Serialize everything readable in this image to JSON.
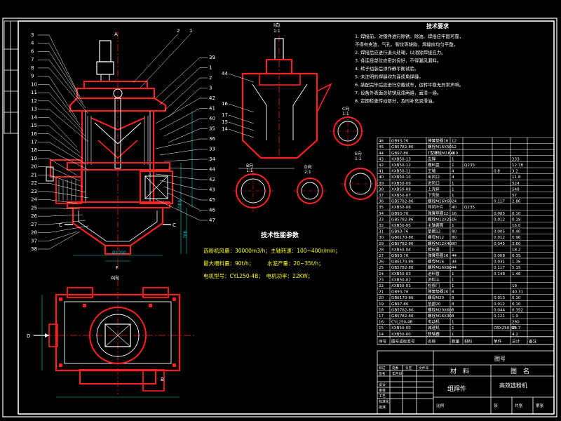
{
  "colors": {
    "background": "#000000",
    "weld": "#ff2020",
    "frame": "#ffffff",
    "dimension": "#00c8c8",
    "text": "#ffffff",
    "yellow": "#ffff00"
  },
  "views": {
    "main_section_label_top": "A",
    "main_section_label_bottom": "F",
    "section_c_left": "C",
    "section_c_right": "C",
    "view_a_title": "A向",
    "view_d_label": "D",
    "view_b_label": "B",
    "view_i_title": "I向",
    "view_i_scale": "1:1",
    "view_c_title": "C向",
    "view_c_scale": "1:1",
    "view_b_title": "B向",
    "view_b_scale": "1:1",
    "view_d_title": "D向",
    "view_d_scale": "2:1",
    "view_e_title": "E向",
    "view_e_scale": "1:1"
  },
  "balloons_left": [
    "3",
    "4",
    "6",
    "7",
    "8",
    "9",
    "10",
    "11",
    "12",
    "13",
    "14",
    "15",
    "16",
    "17",
    "18",
    "19",
    "20",
    "21",
    "22",
    "23",
    "24",
    "25",
    "26",
    "27",
    "28",
    "37",
    "38"
  ],
  "balloons_right": [
    "39",
    "1",
    "2",
    "3",
    "42",
    "41",
    "40",
    "35",
    "36",
    "33",
    "34",
    "44",
    "42",
    "43",
    "45",
    "46",
    "47"
  ],
  "balloons_top": [
    "2",
    "1"
  ],
  "section_view_numbers": [
    "44",
    "16",
    "17",
    "15",
    "14"
  ],
  "tech_requirements": {
    "title": "技术要求",
    "lines": [
      "1. 焊接前，对钢件进行除锈、除油、焊接应牢固可靠，",
      "   不得有夹渣、气孔、裂纹等缺陷，焊缝应均匀平整。",
      "2. 焊接后应进行退火处理，以消除焊接应力。",
      "3. 各连接部位应密封良好，不得漏风漏料。",
      "4. 转子组装后须作静平衡试验。",
      "5. 未注明的焊缝均为连续角焊缝。",
      "6. 装配完毕后应进行空载试车，运转平稳无异常声响。",
      "7. 设备外表面涂防锈底漆两遍，面漆一遍。",
      "8. 定期检查传动部分，及时补充润滑油。"
    ]
  },
  "performance": {
    "title": "技术性能参数",
    "row1": "选粉机风量：30000m3/h；主轴转速：100~400r/min；",
    "row2": "最大喂料量：90t/h；　　　水泥产量：20~35t/h；",
    "row3": "电机型号：CYL250-4B；　电机功率：22KW；"
  },
  "parts_table": {
    "header": [
      "序号",
      "图号或标准号",
      "名称",
      "数量",
      "材料",
      "单件",
      "总计",
      "备注"
    ],
    "rows": [
      [
        "46",
        "GB93-76",
        "弹簧垫圈16",
        "12",
        "",
        "",
        "",
        ""
      ],
      [
        "45",
        "GB5782-86",
        "螺栓M16X50",
        "12",
        "",
        "",
        "",
        ""
      ],
      [
        "44",
        "GB97-86",
        "T型螺栓M16X50",
        "4",
        "",
        "",
        "",
        ""
      ],
      [
        "43",
        "XXB50-13",
        "支撑",
        "1",
        "",
        "",
        "233",
        ""
      ],
      [
        "42",
        "XXB50-12",
        "撒料盘",
        "1",
        "Q235",
        "",
        "12.78",
        ""
      ],
      [
        "41",
        "XXB50-11",
        "主轴",
        "4",
        "",
        "0.8",
        "3.2",
        ""
      ],
      [
        "40",
        "XXB50-10",
        "出风口",
        "4",
        "",
        "",
        "11.8",
        ""
      ],
      [
        "39",
        "XXB50-09",
        "进风口",
        "1",
        "",
        "",
        "524",
        ""
      ],
      [
        "38",
        "XXB50-08",
        "上壳体",
        "1",
        "",
        "",
        "548",
        ""
      ],
      [
        "37",
        "XXB50-07",
        "下壳体",
        "1",
        "",
        "",
        "57",
        ""
      ],
      [
        "36",
        "GB5782-86",
        "螺栓M16X60",
        "24",
        "",
        "0.117",
        "2.86",
        ""
      ],
      [
        "35",
        "XXB50-06",
        "导风叶片",
        "40",
        "Q235",
        "",
        "",
        ""
      ],
      [
        "34",
        "GB93-76",
        "弹簧垫圈12",
        "16",
        "",
        "0.005",
        "0.10",
        ""
      ],
      [
        "33",
        "GB5782-86",
        "螺栓M12X25",
        "16",
        "",
        "0.012",
        "0.19",
        ""
      ],
      [
        "32",
        "XXB50-05",
        "主轴套筒",
        "1",
        "",
        "",
        "16.0",
        ""
      ],
      [
        "31",
        "GB93-76",
        "垫圈12",
        "80",
        "",
        "0.005",
        "0.40",
        ""
      ],
      [
        "30",
        "GB6170-86",
        "螺母M12",
        "80",
        "",
        "0.012",
        "0.96",
        ""
      ],
      [
        "29",
        "GB5782-86",
        "螺栓M12X40",
        "80",
        "",
        "0.045",
        "3.60",
        ""
      ],
      [
        "28",
        "XXB50-04",
        "锥形罩",
        "1",
        "",
        "",
        "18.2",
        ""
      ],
      [
        "27",
        "GB93-76",
        "弹簧垫圈16",
        "44",
        "",
        "0.008",
        "0.35",
        ""
      ],
      [
        "26",
        "GB6170-86",
        "螺母M16",
        "44",
        "",
        "0.031",
        "1.36",
        ""
      ],
      [
        "25",
        "GB5782-86",
        "螺栓M16X60",
        "44",
        "",
        "0.117",
        "5.15",
        ""
      ],
      [
        "24",
        "XXB50-03",
        "进料管",
        "1",
        "",
        "0.148",
        "1.46",
        ""
      ],
      [
        "23",
        "XXB50-02",
        "进料斗",
        "1",
        "",
        "",
        "",
        ""
      ],
      [
        "22",
        "XXB50-01",
        "检修门",
        "1",
        "",
        "",
        "18",
        ""
      ],
      [
        "21",
        "GB93-76",
        "弹簧垫圈20",
        "8",
        "",
        "",
        "40.31",
        ""
      ],
      [
        "20",
        "GB6170-86",
        "螺母M20",
        "8",
        "",
        "0.013",
        "0.10",
        ""
      ],
      [
        "19",
        "GB97-86",
        "垫圈20",
        "8",
        "",
        "0.012",
        "0.10",
        ""
      ],
      [
        "18",
        "GB5782-86",
        "螺栓M20X60",
        "8",
        "",
        "0.044",
        "0.352",
        ""
      ],
      [
        "17",
        "GB5782-86",
        "螺栓M16X30",
        "8",
        "",
        "0.121",
        "1.9",
        ""
      ],
      [
        "16",
        "CYL250-4B",
        "电动机",
        "1",
        "",
        "",
        "280",
        ""
      ],
      [
        "15",
        "XXB50-00",
        "减速机",
        "1",
        "",
        "CBX250-4B",
        "23.7",
        ""
      ],
      [
        "14",
        "XXB50-00",
        "联轴器",
        "1",
        "",
        "",
        "4.2",
        ""
      ]
    ]
  },
  "title_block": {
    "drawing_no_label": "图号",
    "material_label": "材　料",
    "name_label": "图　名",
    "material_value": "组焊件",
    "drawing_name": "高效选粉机",
    "small_headers": [
      "标记",
      "处数",
      "分区",
      "文件号",
      "签名",
      "年月日"
    ],
    "row_labels": [
      "设计",
      "审核",
      "工艺",
      "标准化",
      "批准"
    ],
    "bottom_labels": [
      "比例",
      "张",
      "共张",
      "第张"
    ]
  }
}
